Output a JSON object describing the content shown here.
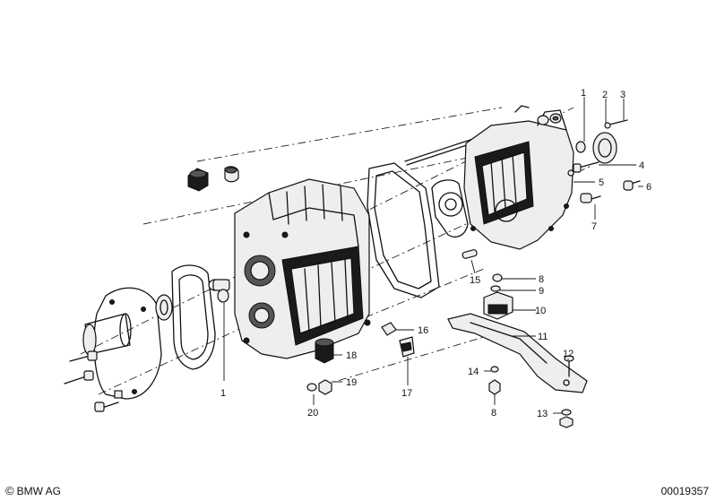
{
  "diagram": {
    "callouts": [
      {
        "id": "c1a",
        "label": "1"
      },
      {
        "id": "c2",
        "label": "2"
      },
      {
        "id": "c3",
        "label": "3"
      },
      {
        "id": "c4",
        "label": "4"
      },
      {
        "id": "c5",
        "label": "5"
      },
      {
        "id": "c6",
        "label": "6"
      },
      {
        "id": "c7",
        "label": "7"
      },
      {
        "id": "c8a",
        "label": "8"
      },
      {
        "id": "c9",
        "label": "9"
      },
      {
        "id": "c10",
        "label": "10"
      },
      {
        "id": "c11",
        "label": "11"
      },
      {
        "id": "c12",
        "label": "12"
      },
      {
        "id": "c13",
        "label": "13"
      },
      {
        "id": "c14",
        "label": "14"
      },
      {
        "id": "c8b",
        "label": "8"
      },
      {
        "id": "c15",
        "label": "15"
      },
      {
        "id": "c16",
        "label": "16"
      },
      {
        "id": "c17",
        "label": "17"
      },
      {
        "id": "c18",
        "label": "18"
      },
      {
        "id": "c19",
        "label": "19"
      },
      {
        "id": "c20",
        "label": "20"
      },
      {
        "id": "c1b",
        "label": "1"
      }
    ]
  },
  "footer": {
    "copyright_symbol": "©",
    "brand": "BMW AG",
    "image_code": "00019357"
  }
}
